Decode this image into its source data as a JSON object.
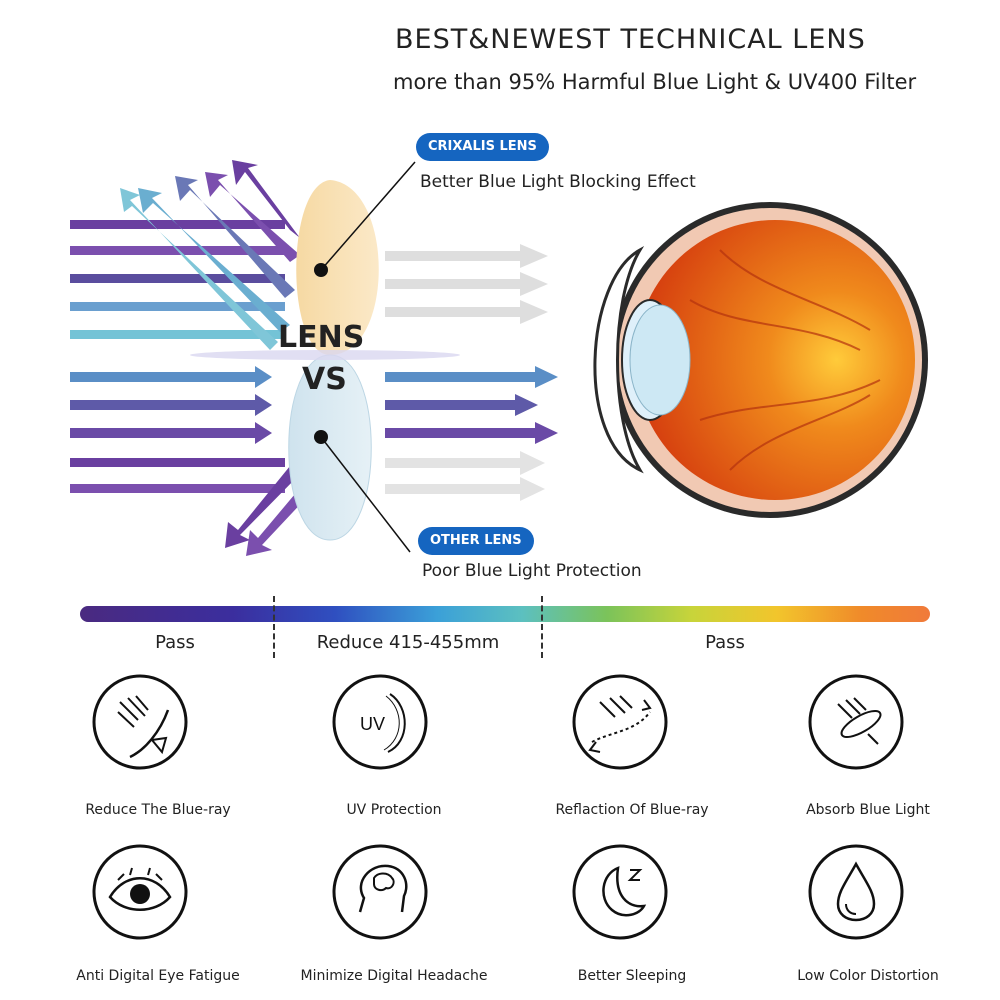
{
  "header": {
    "title": "BEST&NEWEST TECHNICAL LENS",
    "subtitle": "more than 95% Harmful Blue Light & UV400 Filter"
  },
  "diagram": {
    "lens_text_top": "LENS",
    "lens_text_bottom": "VS",
    "crixalis_badge": "CRIXALIS LENS",
    "crixalis_caption": "Better Blue Light Blocking Effect",
    "other_badge": "OTHER LENS",
    "other_caption": "Poor Blue Light Protection",
    "colors": {
      "purple": "#6a3fa0",
      "teal": "#5ab4cf",
      "blue": "#4a78b8",
      "gray": "#d9d9d9",
      "badge": "#1565c0"
    }
  },
  "spectrum": {
    "left_label": "Pass",
    "middle_label": "Reduce 415-455mm",
    "right_label": "Pass"
  },
  "features": [
    {
      "label": "Reduce The Blue-ray",
      "icon": "lens-blocking-icon"
    },
    {
      "label": "UV Protection",
      "icon": "uv-lens-icon"
    },
    {
      "label": "Reflaction Of Blue-ray",
      "icon": "reflection-icon"
    },
    {
      "label": "Absorb Blue Light",
      "icon": "absorb-icon"
    },
    {
      "label": "Anti Digital Eye Fatigue",
      "icon": "eye-icon"
    },
    {
      "label": "Minimize Digital Headache",
      "icon": "head-brain-icon"
    },
    {
      "label": "Better Sleeping",
      "icon": "moon-icon"
    },
    {
      "label": "Low Color Distortion",
      "icon": "drop-icon"
    }
  ]
}
